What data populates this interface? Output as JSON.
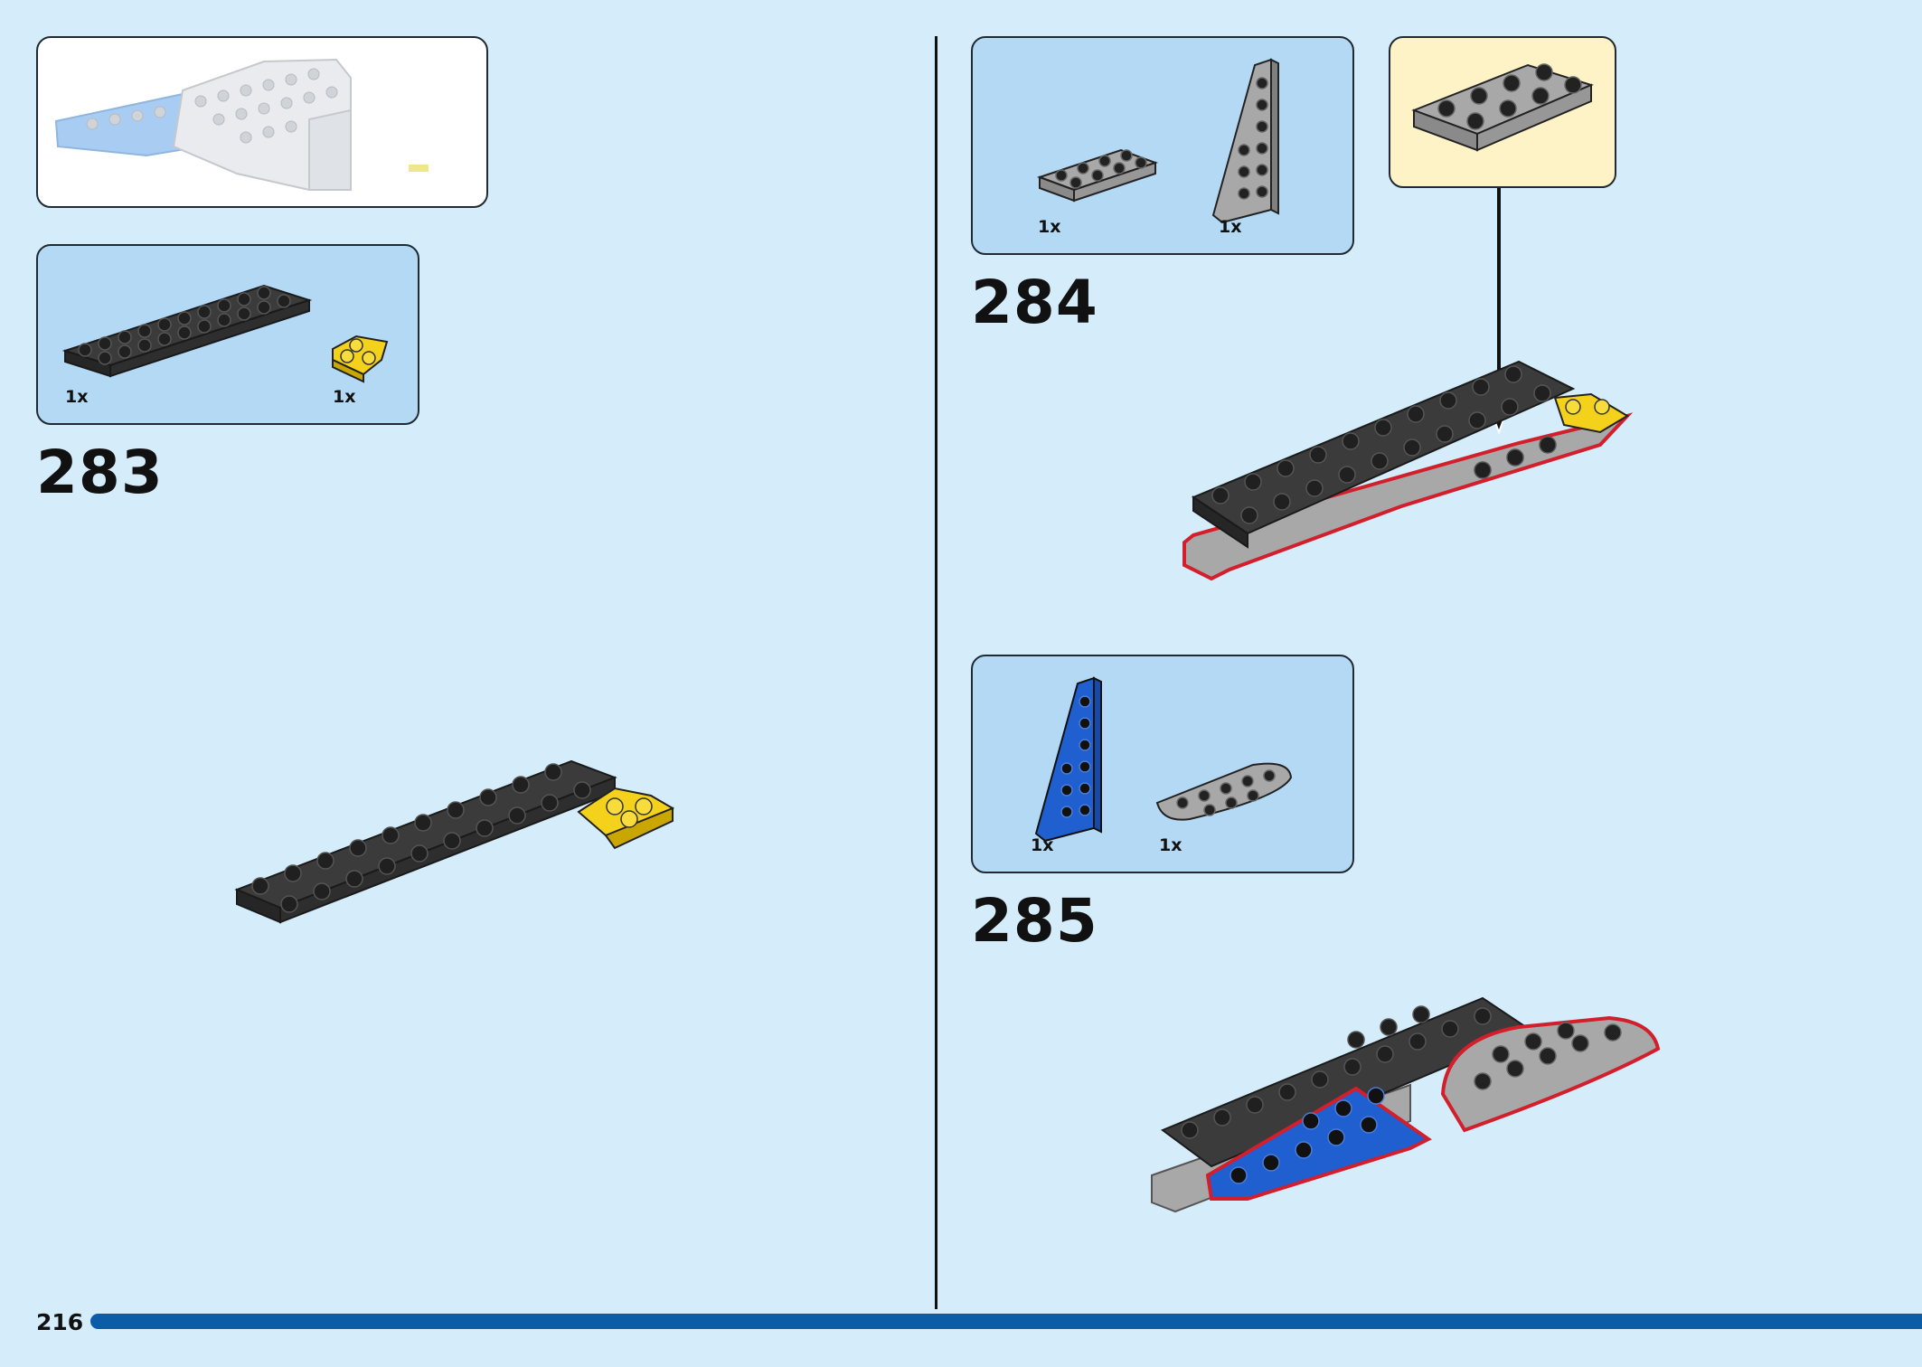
{
  "page": {
    "number": "216"
  },
  "steps": [
    {
      "number": "283",
      "parts": [
        {
          "qty": "1x",
          "part": "black-plate-2x10"
        },
        {
          "qty": "1x",
          "part": "yellow-wedge-plate"
        }
      ]
    },
    {
      "number": "284",
      "parts": [
        {
          "qty": "1x",
          "part": "gray-plate-2x4"
        },
        {
          "qty": "1x",
          "part": "gray-wing-plate"
        }
      ]
    },
    {
      "number": "285",
      "parts": [
        {
          "qty": "1x",
          "part": "blue-wing-plate"
        },
        {
          "qty": "1x",
          "part": "gray-round-plate"
        }
      ]
    }
  ],
  "colors": {
    "background": "#d5ecfa",
    "parts_panel": "#b3d9f5",
    "callout_panel": "#fdf3c6",
    "accent_bar": "#0b5da8",
    "highlight_outline": "#d21f2b"
  }
}
